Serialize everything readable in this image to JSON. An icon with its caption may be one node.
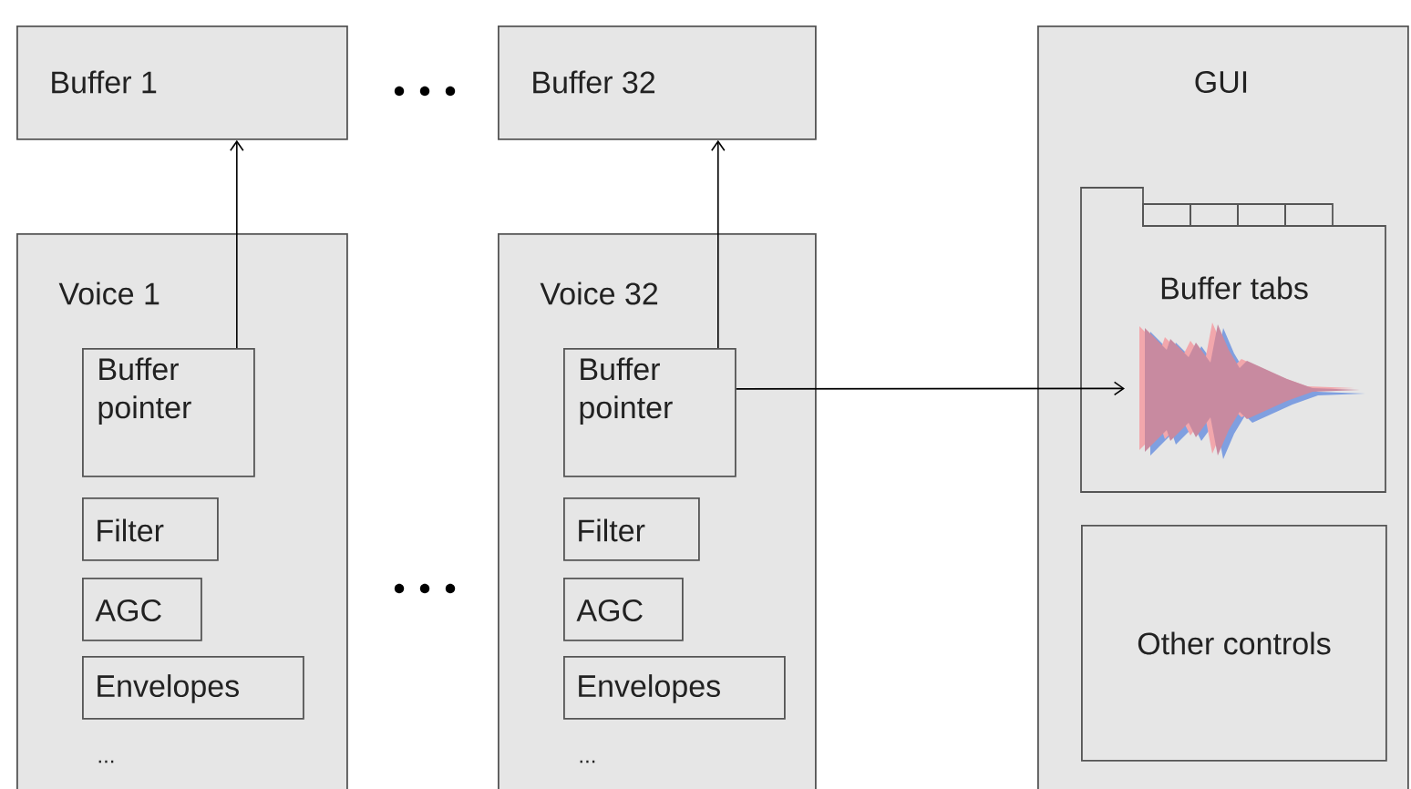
{
  "diagram": {
    "nodes": [
      {
        "text": [
          "Buffer 1"
        ]
      },
      {
        "text": [
          "Buffer 32"
        ]
      },
      {
        "text": [
          "GUI"
        ]
      },
      {
        "text": [
          "Buffer tabs"
        ],
        "in": 2
      },
      {
        "text": [],
        "shape": "picture",
        "in": 3
      },
      {
        "text": [
          "Other controls"
        ],
        "in": 2
      },
      {
        "text": [
          "Voice 1"
        ]
      },
      {
        "text": [
          "Buffer pointer"
        ],
        "in": 6
      },
      {
        "text": [
          "Filter"
        ],
        "in": 6
      },
      {
        "text": [
          "AGC"
        ],
        "in": 6
      },
      {
        "text": [
          "Envelopes"
        ],
        "in": 6
      },
      {
        "text": [
          "Voice 32"
        ]
      },
      {
        "text": [
          "Buffer pointer"
        ],
        "in": 11
      },
      {
        "text": [
          "Filter"
        ],
        "in": 11
      },
      {
        "text": [
          "AGC"
        ],
        "in": 11
      },
      {
        "text": [
          "Envelopes"
        ],
        "in": 11
      }
    ],
    "edges": [
      {
        "from": 7,
        "to": 0,
        "arrow": "to"
      },
      {
        "from": 12,
        "to": 1,
        "arrow": "to"
      },
      {
        "from": 12,
        "to": 4,
        "arrow": "to"
      }
    ],
    "labels": [
      "...",
      "..."
    ]
  }
}
